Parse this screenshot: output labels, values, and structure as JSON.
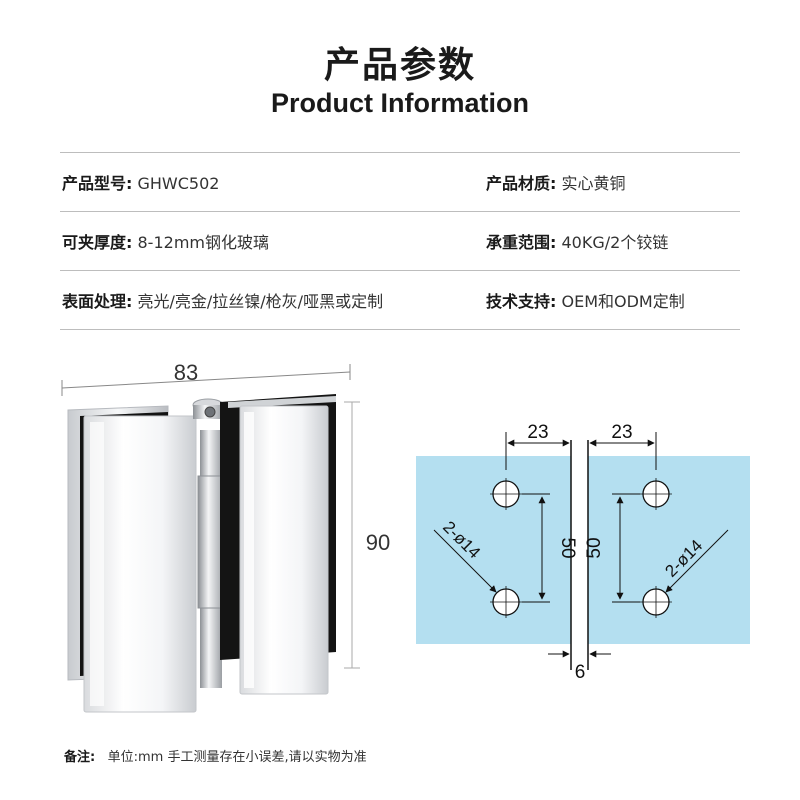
{
  "header": {
    "title_cn": "产品参数",
    "title_en": "Product Information"
  },
  "specs": [
    [
      {
        "label": "产品型号:",
        "value": "GHWC502"
      },
      {
        "label": "产品材质:",
        "value": "实心黄铜"
      }
    ],
    [
      {
        "label": "可夹厚度:",
        "value": "8-12mm钢化玻璃"
      },
      {
        "label": "承重范围:",
        "value": "40KG/2个铰链"
      }
    ],
    [
      {
        "label": "表面处理:",
        "value": "亮光/亮金/拉丝镍/枪灰/哑黑或定制"
      },
      {
        "label": "技术支持:",
        "value": "OEM和ODM定制"
      }
    ]
  ],
  "product_dims": {
    "width": "83",
    "height": "90"
  },
  "diagram": {
    "left_offset": "23",
    "right_offset": "23",
    "left_spacing": "50",
    "right_spacing": "50",
    "left_holes": "2-ø14",
    "right_holes": "2-ø14",
    "gap": "6"
  },
  "note": {
    "label": "备注:",
    "text": "单位:mm 手工测量存在小误差,请以实物为准"
  },
  "colors": {
    "glass": "#b4dff0",
    "hinge_body": "#f2f3f5",
    "hinge_back": "#111111"
  }
}
